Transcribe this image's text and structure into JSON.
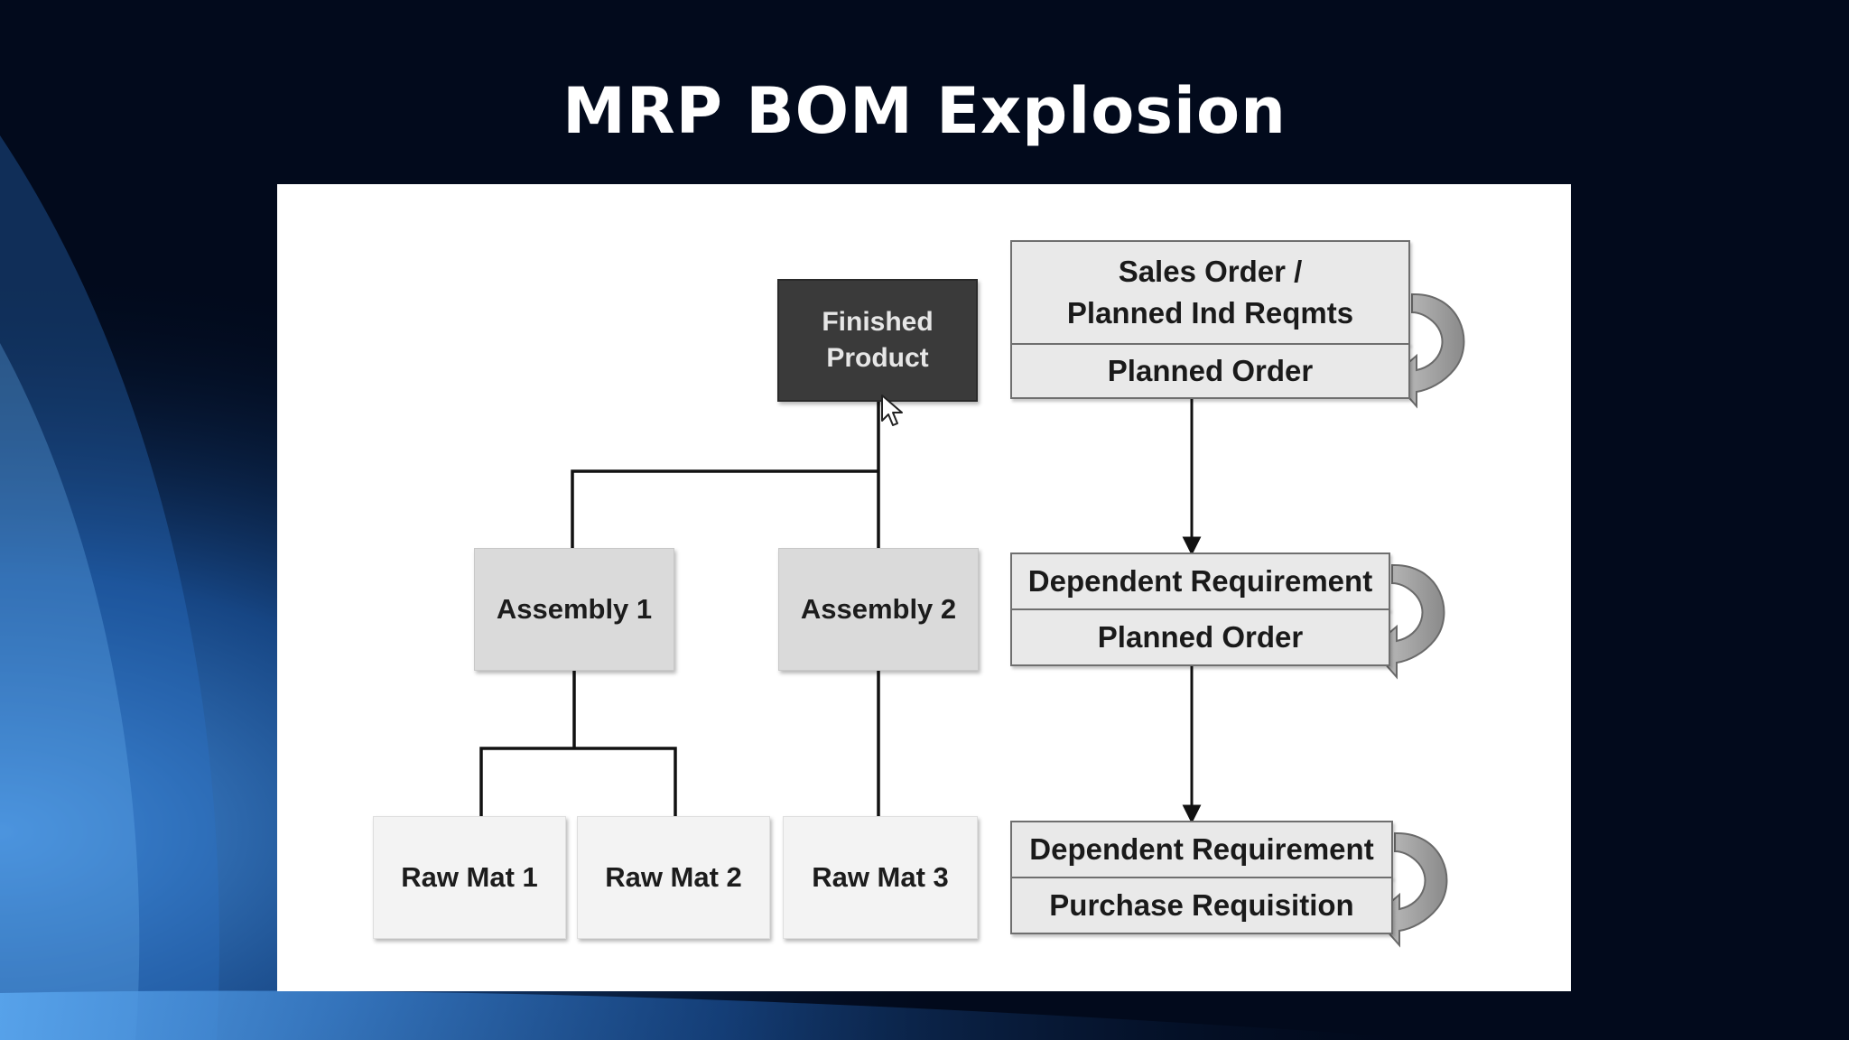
{
  "slide": {
    "title": "MRP BOM Explosion"
  },
  "bom_tree": {
    "finished_product": {
      "line1": "Finished",
      "line2": "Product"
    },
    "assemblies": [
      {
        "label": "Assembly 1"
      },
      {
        "label": "Assembly 2"
      }
    ],
    "raw_materials": [
      {
        "label": "Raw Mat 1"
      },
      {
        "label": "Raw Mat 2"
      },
      {
        "label": "Raw Mat 3"
      }
    ]
  },
  "mrp_levels": [
    {
      "top_line1": "Sales Order /",
      "top_line2": "Planned Ind Reqmts",
      "bottom": "Planned Order"
    },
    {
      "top": "Dependent Requirement",
      "bottom": "Planned Order"
    },
    {
      "top": "Dependent Requirement",
      "bottom": "Purchase Requisition"
    }
  ],
  "colors": {
    "background": "#020a1c",
    "accent_blue": "#2f7fd6",
    "finished_product_fill": "#3a3a3a",
    "assembly_fill": "#dadada",
    "raw_material_fill": "#f3f3f3",
    "level_cell_fill": "#e9e9e9",
    "loop_arrow_fill": "#a7a7a7"
  }
}
